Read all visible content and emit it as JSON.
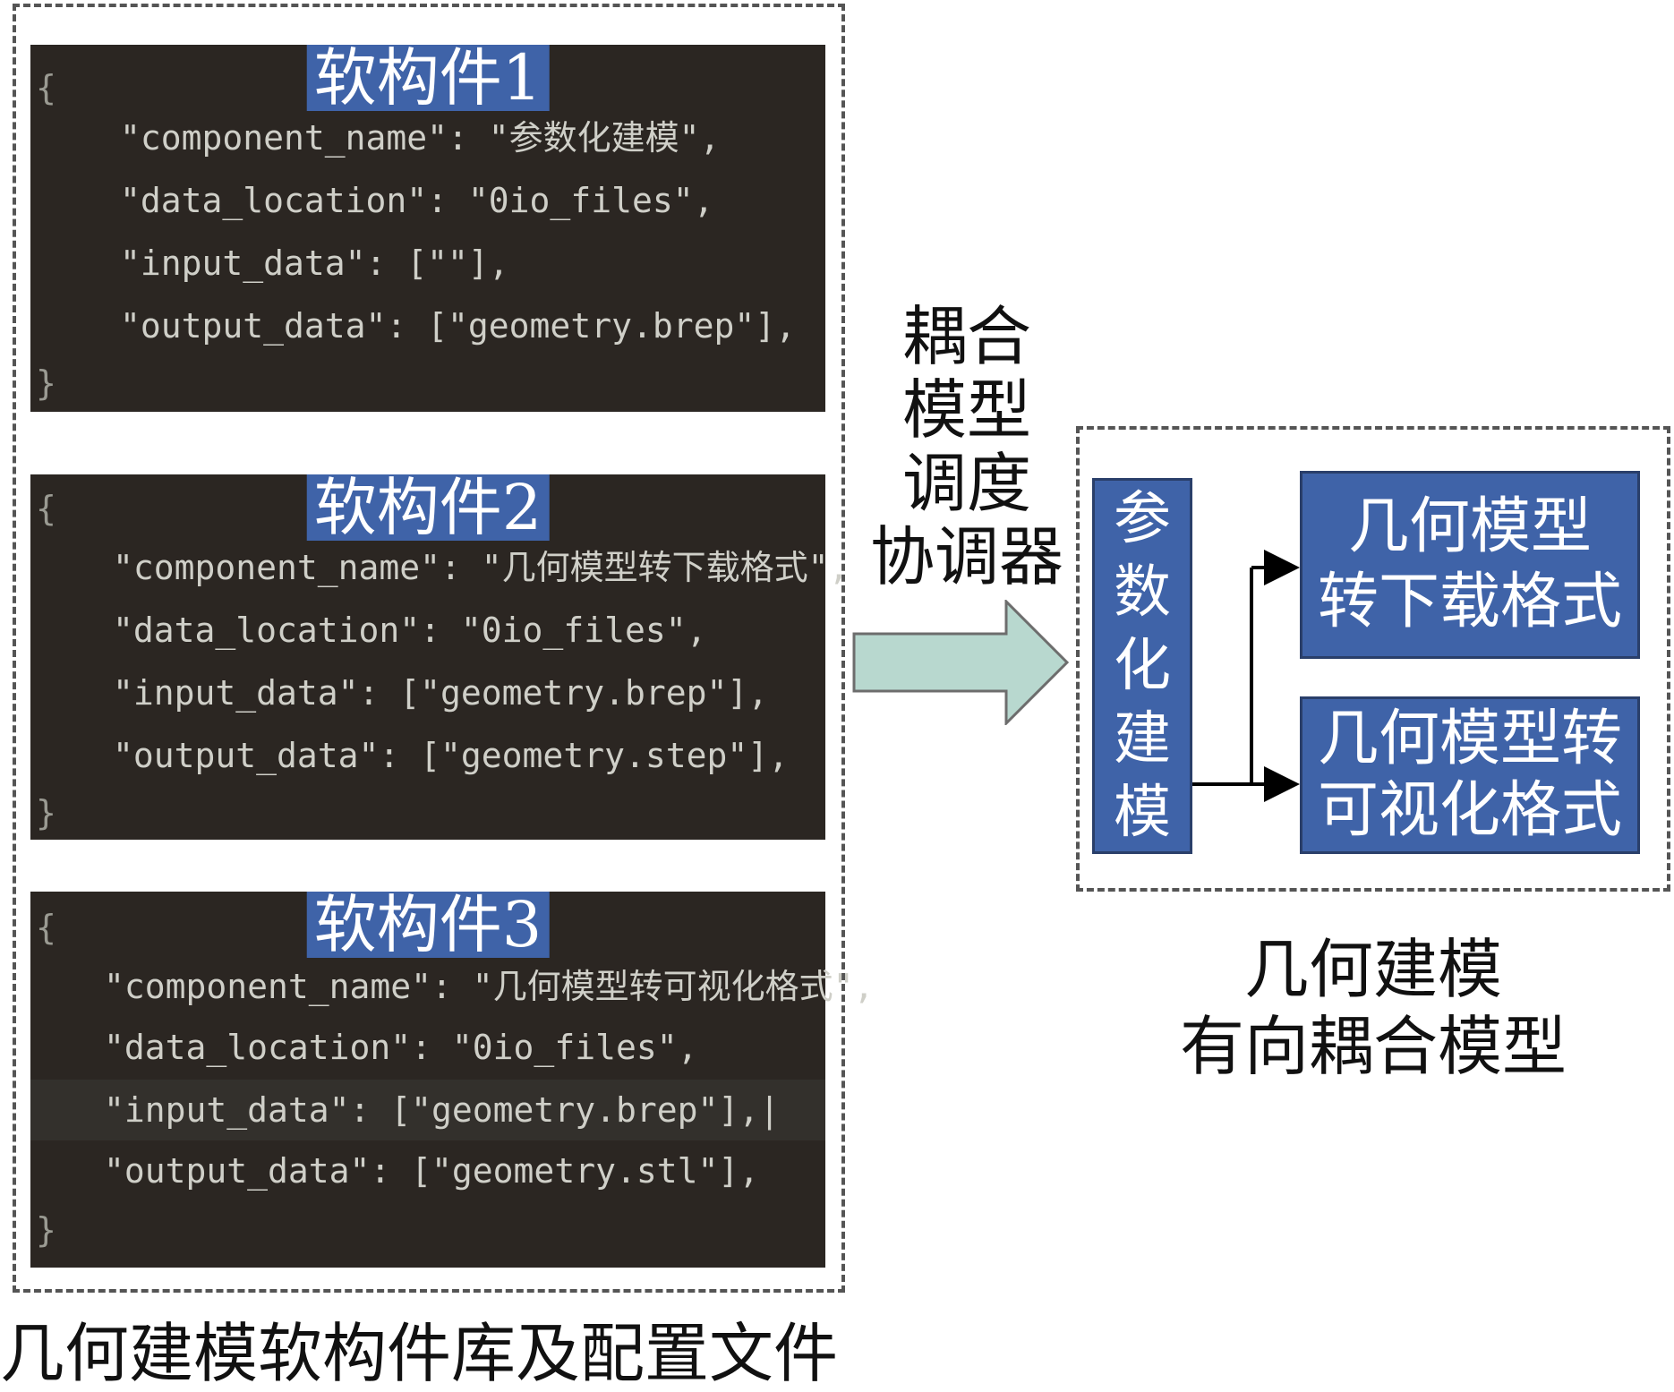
{
  "library": {
    "caption": "几何建模软构件库及配置文件",
    "components": [
      {
        "title": "软构件1",
        "open_brace": "{",
        "close_brace": "}",
        "lines": [
          "\"component_name\": \"参数化建模\",",
          "\"data_location\": \"0io_files\",",
          "\"input_data\": [\"\"],",
          "\"output_data\": [\"geometry.brep\"],"
        ]
      },
      {
        "title": "软构件2",
        "open_brace": "{",
        "close_brace": "}",
        "lines": [
          "\"component_name\": \"几何模型转下载格式\",",
          "\"data_location\": \"0io_files\",",
          "\"input_data\": [\"geometry.brep\"],",
          "\"output_data\": [\"geometry.step\"],"
        ]
      },
      {
        "title": "软构件3",
        "open_brace": "{",
        "close_brace": "}",
        "lines": [
          "\"component_name\": \"几何模型转可视化格式\",",
          "\"data_location\": \"0io_files\",",
          "\"input_data\": [\"geometry.brep\"],|",
          "\"output_data\": [\"geometry.stl\"],"
        ]
      }
    ]
  },
  "coordinator": {
    "lines": [
      "耦合",
      "模型",
      "调度",
      "协调器"
    ]
  },
  "model": {
    "caption_line1": "几何建模",
    "caption_line2": "有向耦合模型",
    "source_node": {
      "chars": [
        "参",
        "数",
        "化",
        "建",
        "模"
      ]
    },
    "target_nodes": [
      {
        "line1": "几何模型",
        "line2": "转下载格式"
      },
      {
        "line1": "几何模型转",
        "line2": "可视化格式"
      }
    ]
  },
  "colors": {
    "code_background": "#2b2622",
    "code_text": "#cfcfc8",
    "node_blue": "#3f63a8",
    "arrow_fill": "#b8d8cf",
    "dashed_border": "#555555"
  }
}
